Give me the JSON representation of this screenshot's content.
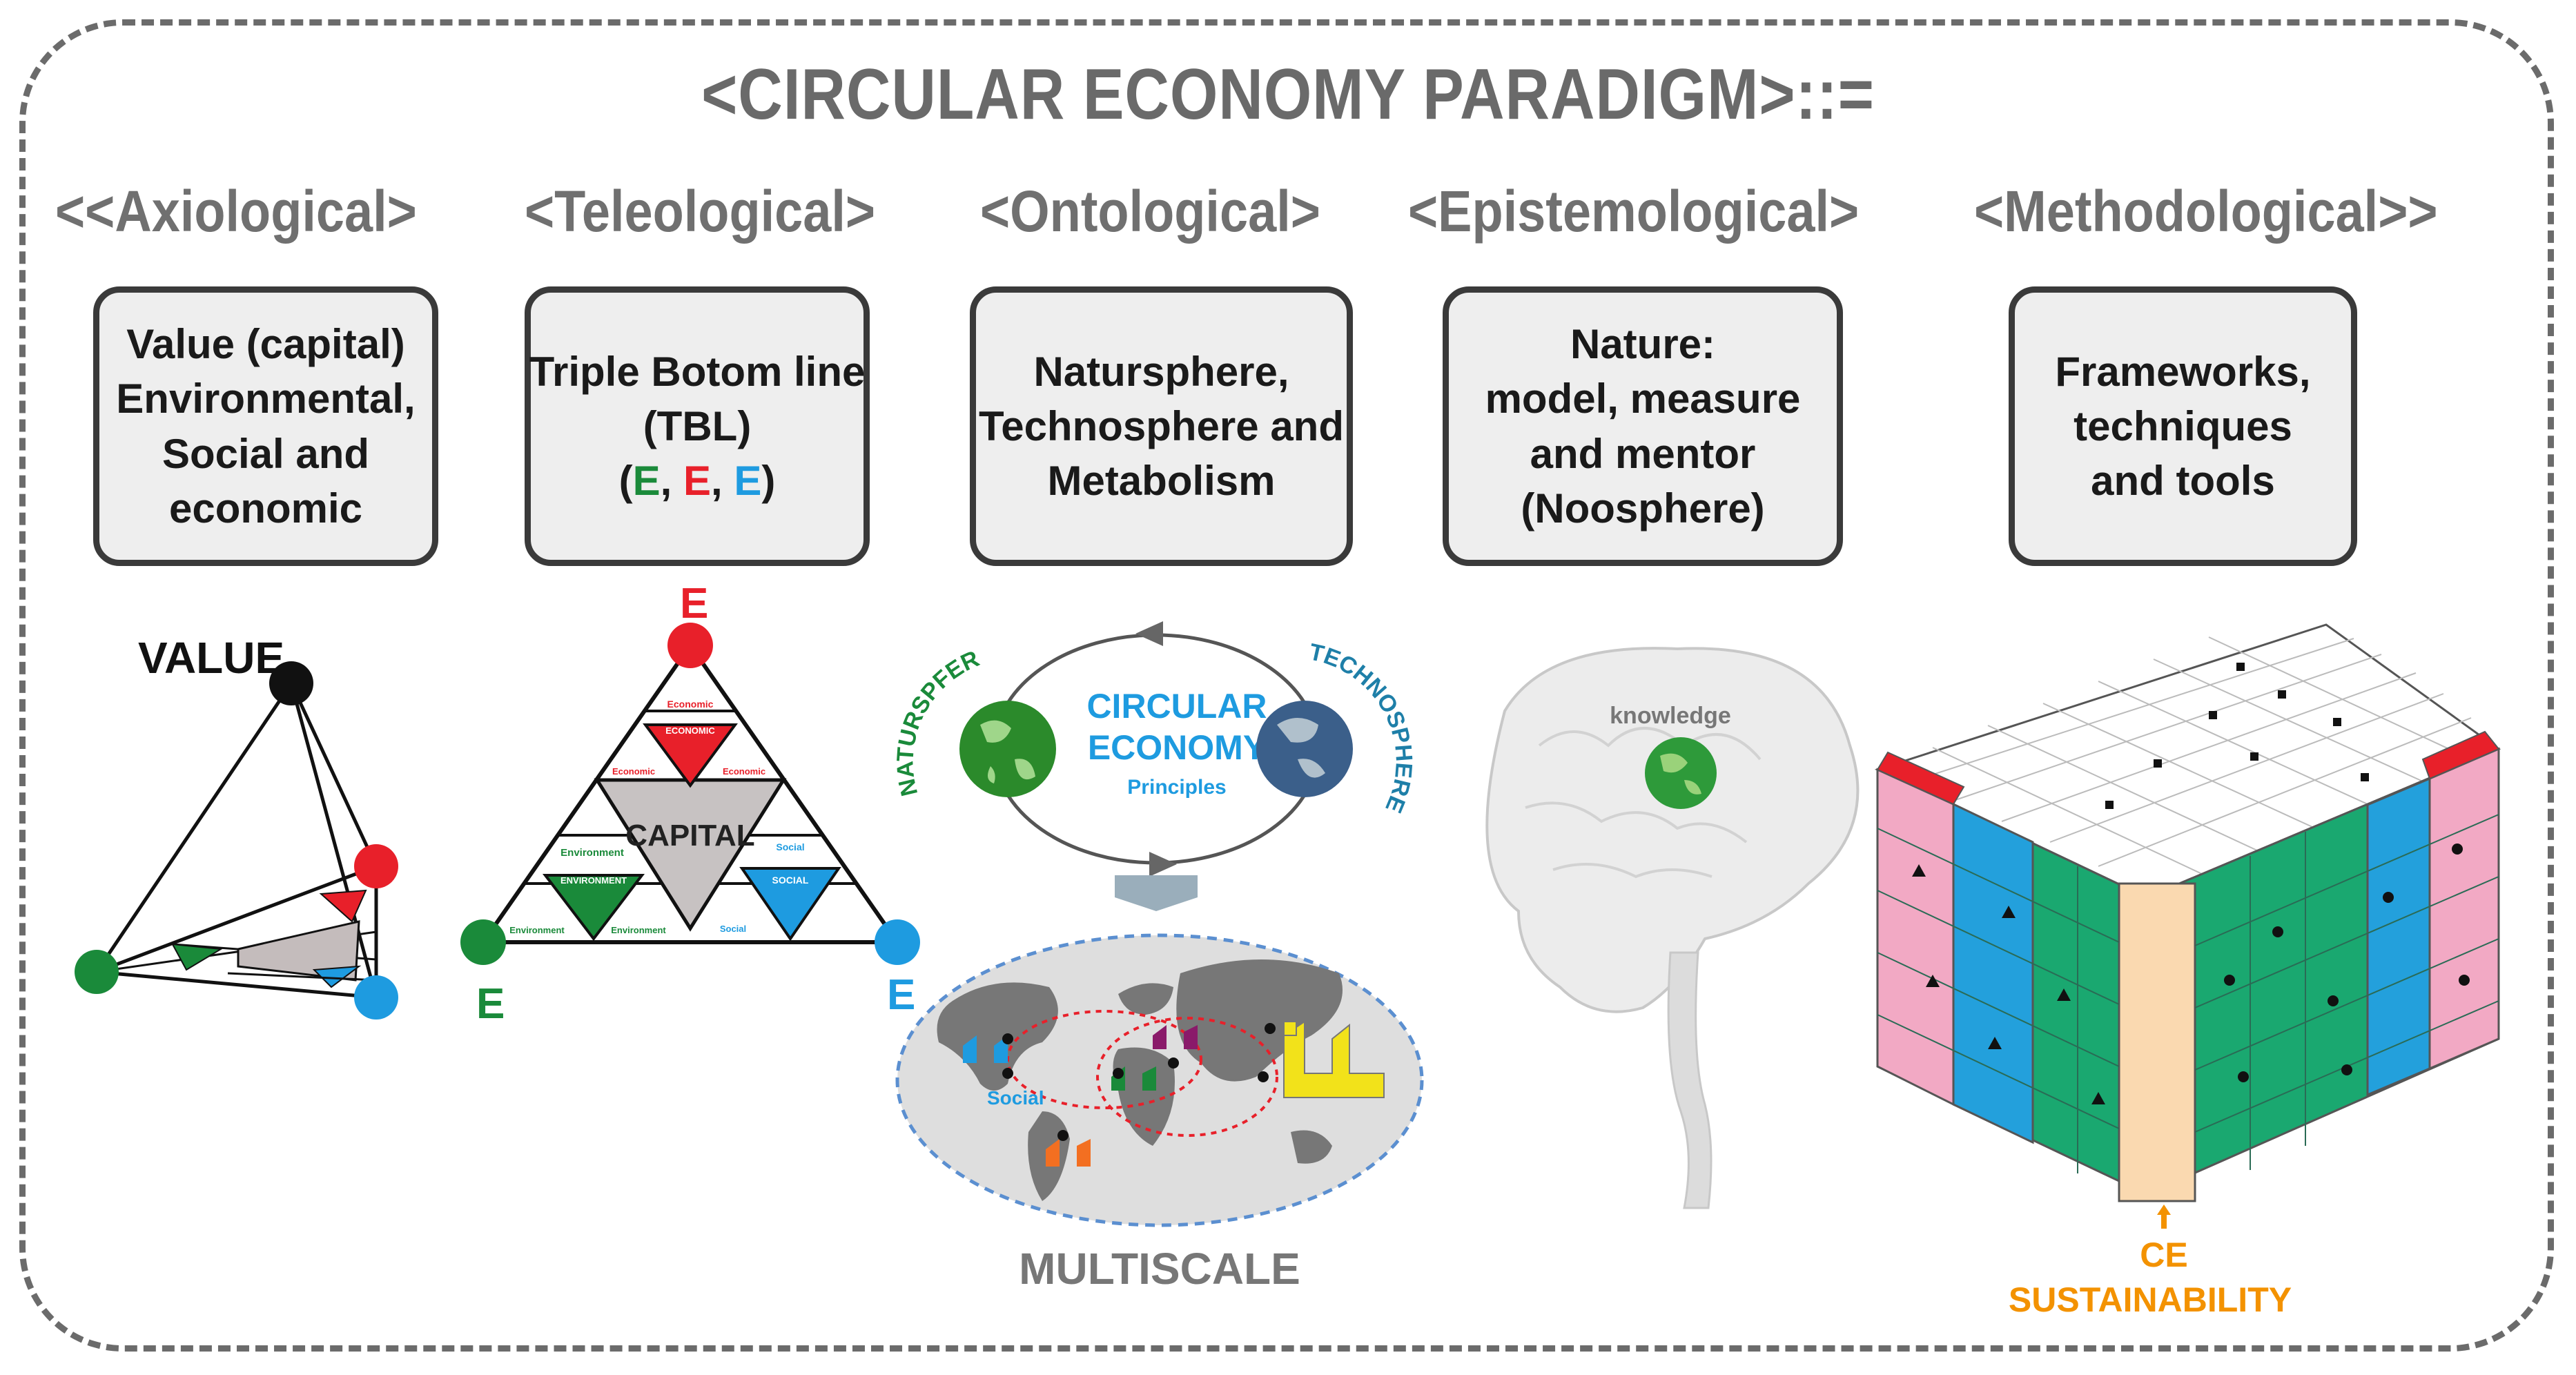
{
  "title": "<CIRCULAR ECONOMY PARADIGM>::=",
  "columns": [
    {
      "heading": "<<Axiological>",
      "lines": [
        "Value (capital)",
        "Environmental,",
        "Social and",
        "economic"
      ]
    },
    {
      "heading": "<Teleological>",
      "lines": [
        "Triple Botom line",
        "(TBL)"
      ],
      "eee": [
        "(",
        "E",
        ", ",
        "E",
        ", ",
        "E",
        ")"
      ]
    },
    {
      "heading": "<Ontological>",
      "lines": [
        "Natursphere,",
        "Technosphere and",
        "Metabolism"
      ]
    },
    {
      "heading": "<Epistemological>",
      "lines": [
        "Nature:",
        "model, measure",
        "and mentor",
        "(Noosphere)"
      ]
    },
    {
      "heading": "<Methodological>>",
      "lines": [
        "Frameworks,",
        "techniques",
        "and tools"
      ]
    }
  ],
  "colors": {
    "green": "#1a8a3a",
    "red": "#e8202a",
    "blue": "#1e9be0",
    "gray": "#6a6a6a",
    "orange": "#f39200",
    "pink": "#f2a9c4",
    "teal": "#2fa37a"
  },
  "value_tetra": {
    "label": "VALUE"
  },
  "tbl": {
    "top": "E",
    "left": "E",
    "right": "E",
    "center": "CAPITAL",
    "small": {
      "economic_top": "Economic",
      "economic_box": "ECONOMIC",
      "economic_left": "Economic",
      "economic_right": "Economic",
      "env_top": "Environment",
      "env_box": "ENVIRONMENT",
      "env_bottom_left": "Environment",
      "env_bottom_right": "Environment",
      "social_top": "Social",
      "social_box": "SOCIAL",
      "social_bottom": "Social"
    }
  },
  "ontology": {
    "left_arc": "NATURSPFERE",
    "right_arc": "TECHNOSPHERE",
    "center1": "CIRCULAR",
    "center2": "ECONOMY",
    "center3": "Principles",
    "map_label": "Social",
    "bottom": "MULTISCALE"
  },
  "brain": {
    "label": "knowledge"
  },
  "cube": {
    "bottom1": "CE",
    "bottom2": "SUSTAINABILITY"
  }
}
